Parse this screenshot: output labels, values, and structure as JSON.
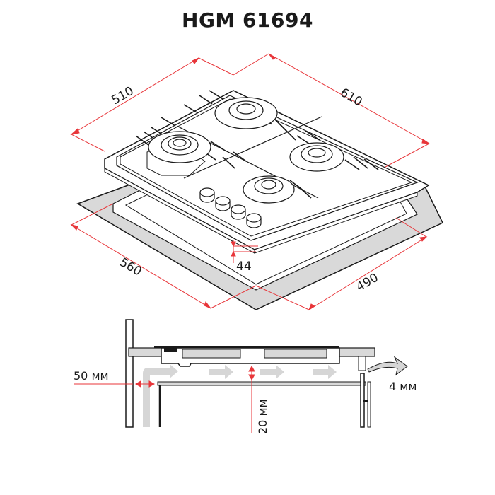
{
  "title": "HGM 61694",
  "colors": {
    "dimension_line": "#e8363a",
    "outline": "#1a1a1a",
    "cutout_fill": "#d9d9d9",
    "airflow_arrow": "#d6d6d6"
  },
  "top_view": {
    "dimensions": {
      "depth": "510",
      "width": "610",
      "cutout_width": "560",
      "cutout_depth": "490",
      "height": "44"
    },
    "burners": [
      {
        "position": "back-left",
        "type": "triple-crown"
      },
      {
        "position": "back-center",
        "type": "standard"
      },
      {
        "position": "front-right",
        "type": "standard"
      },
      {
        "position": "front-center",
        "type": "standard"
      }
    ],
    "knobs_count": 4
  },
  "side_view": {
    "labels": {
      "wall_gap": "50 мм",
      "air_gap": "20 мм",
      "front_gap": "4 мм"
    },
    "airflow_arrows_count": 4
  }
}
